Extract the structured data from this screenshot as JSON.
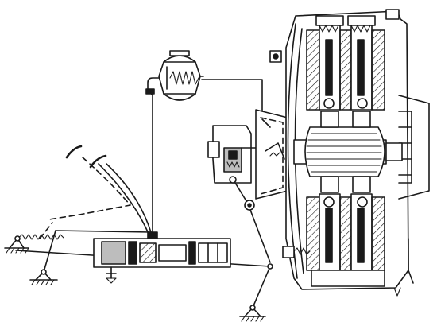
{
  "diagram": {
    "components": [
      {
        "name": "clutch-pedal"
      },
      {
        "name": "return-spring"
      },
      {
        "name": "hydraulic-master-cylinder"
      },
      {
        "name": "hydraulic-line"
      },
      {
        "name": "pressure-accumulator"
      },
      {
        "name": "slave-cylinder"
      },
      {
        "name": "clutch-release-fork"
      },
      {
        "name": "clutch-assembly"
      },
      {
        "name": "flywheel"
      }
    ]
  }
}
